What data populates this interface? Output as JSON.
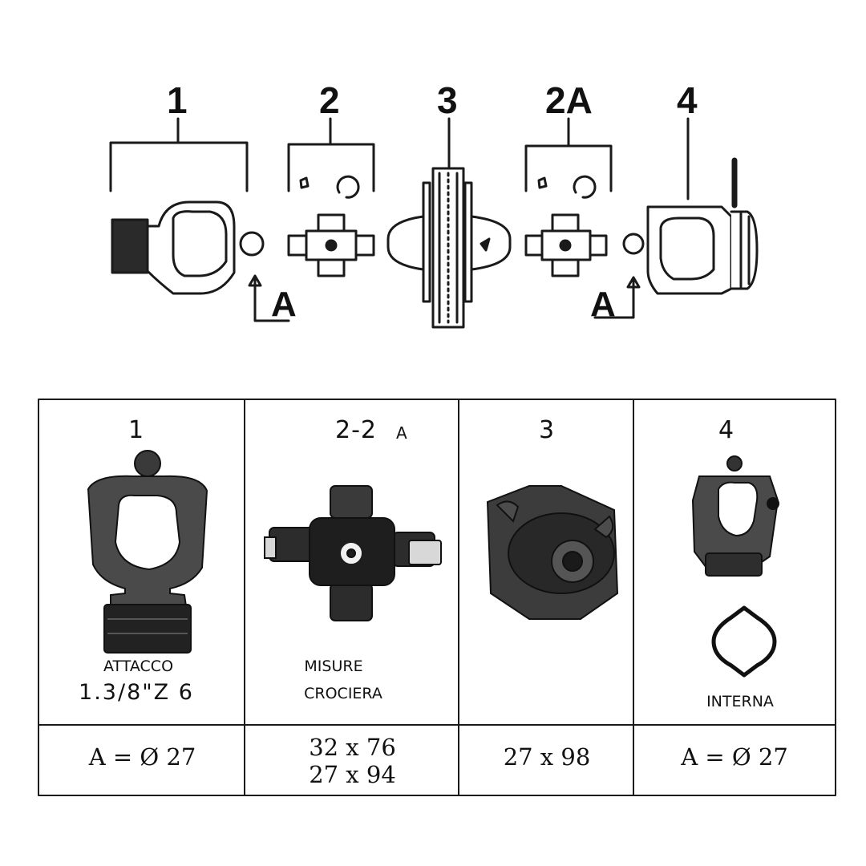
{
  "diagram": {
    "labels": {
      "n1": "1",
      "n2": "2",
      "n3": "3",
      "n2a": "2A",
      "n4": "4"
    },
    "arrow_label": "A"
  },
  "table": {
    "headers": [
      "1",
      "2-2",
      "A",
      "3",
      "4"
    ],
    "captions": {
      "c1_line1": "ATTACCO",
      "c1_line2": "1.3/8\"Z 6",
      "c2_line1": "MISURE",
      "c2_line2": "CROCIERA",
      "c4": "INTERNA"
    },
    "values": {
      "v1": "A = Ø 27",
      "v2_line1": "32 x 76",
      "v2_line2": "27 x 94",
      "v3": "27 x 98",
      "v4": "A = Ø 27"
    }
  }
}
